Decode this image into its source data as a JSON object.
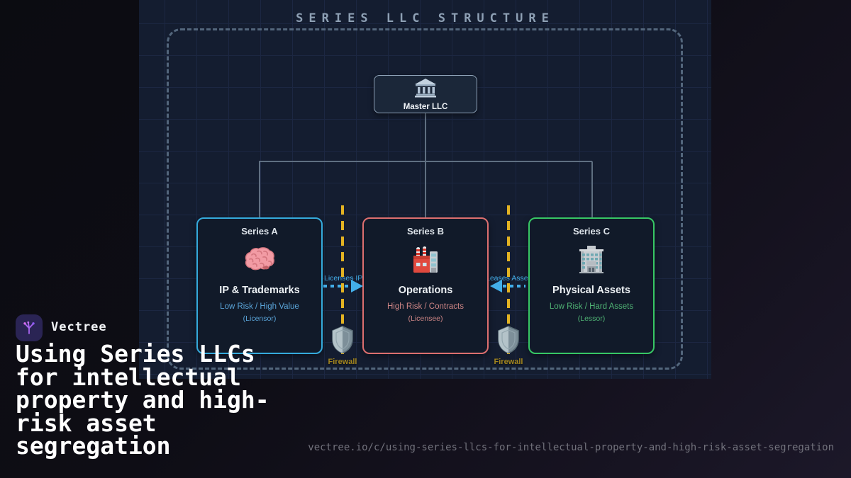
{
  "brand": {
    "name": "Vectree"
  },
  "headline": "Using Series LLCs for intellectual property and high-risk asset segregation",
  "footer": {
    "url": "vectree.io/c/using-series-llcs-for-intellectual-property-and-high-risk-asset-segregation"
  },
  "diagram": {
    "title": "SERIES LLC STRUCTURE",
    "master": {
      "label": "Master LLC",
      "icon": "bank-icon"
    },
    "series": [
      {
        "label": "Series A",
        "name": "IP & Trademarks",
        "line1": "Low Risk / High Value",
        "line2": "(Licensor)",
        "icon": "brain-icon",
        "accent": "#35aadc"
      },
      {
        "label": "Series B",
        "name": "Operations",
        "line1": "High Risk / Contracts",
        "line2": "(Licensee)",
        "icon": "factory-icon",
        "accent": "#dd6f6f"
      },
      {
        "label": "Series C",
        "name": "Physical Assets",
        "line1": "Low Risk / Hard Assets",
        "line2": "(Lessor)",
        "icon": "office-building-icon",
        "accent": "#37c765"
      }
    ],
    "firewalls": [
      {
        "label": "Firewall"
      },
      {
        "label": "Firewall"
      }
    ],
    "flows": [
      {
        "label": "Licenses IP",
        "direction": "right"
      },
      {
        "label": "Leases Assets",
        "direction": "left"
      }
    ],
    "colors": {
      "panel_bg": "#141d30",
      "grid": "#1c2742",
      "dashed_border": "#53667c",
      "firewall_line": "#e3b322",
      "flow_arrow": "#43aee8",
      "series_a": "#35aadc",
      "series_b": "#dd6f6f",
      "series_c": "#37c765"
    }
  }
}
